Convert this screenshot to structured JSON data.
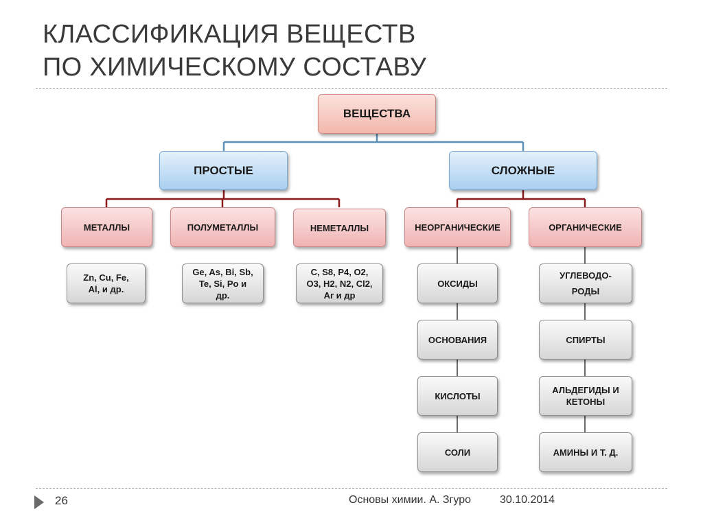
{
  "title": {
    "line1": "КЛАССИФИКАЦИЯ ВЕЩЕСТВ",
    "line2": "ПО ХИМИЧЕСКОМУ СОСТАВУ"
  },
  "nodes": {
    "root": "ВЕЩЕСТВА",
    "simple": "ПРОСТЫЕ",
    "complex": "СЛОЖНЫЕ",
    "metals": "МЕТАЛЛЫ",
    "semimetals": "ПОЛУМЕТАЛЛЫ",
    "nonmetals": "НЕМЕТАЛЛЫ",
    "inorganic": "НЕОРГАНИЧЕСКИЕ",
    "organic": "ОРГАНИЧЕСКИЕ"
  },
  "leaves": {
    "metals_examples": [
      "Zn, Cu, Fe,",
      "Al, и др."
    ],
    "semimetals_examples": [
      "Ge, As, Bi, Sb,",
      "Te, Si, Po и",
      "др."
    ],
    "nonmetals_examples": [
      "C, S8, P4, O2,",
      "O3, H2, N2, Cl2,",
      "Ar и др"
    ],
    "inorganic_classes": [
      "ОКСИДЫ",
      "ОСНОВАНИЯ",
      "КИСЛОТЫ",
      "СОЛИ"
    ],
    "organic_classes": [
      [
        "УГЛЕВОДО-",
        "РОДЫ"
      ],
      [
        "СПИРТЫ"
      ],
      [
        "АЛЬДЕГИДЫ И",
        "КЕТОНЫ"
      ],
      [
        "АМИНЫ И Т. Д."
      ]
    ]
  },
  "footer": {
    "slide_number": "26",
    "course": "Основы химии. А. Згуро",
    "date": "30.10.2014"
  },
  "colors": {
    "line_blue": "#5b8fb3",
    "line_red": "#8b1a1a",
    "line_gray": "#6a6a6a"
  }
}
